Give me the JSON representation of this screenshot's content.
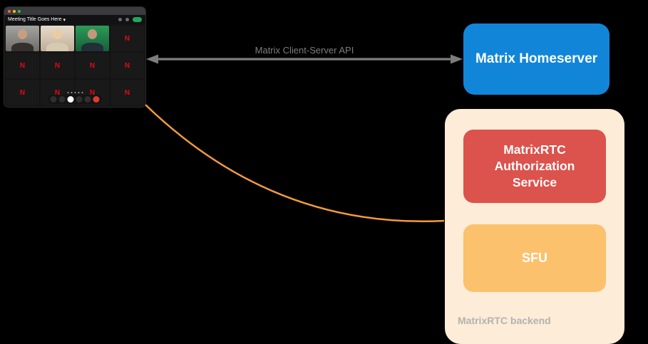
{
  "canvas": {
    "background": "#000000"
  },
  "call_app": {
    "window_title": "Meeting Title Goes Here",
    "title_caret": "▾",
    "traffic_lights": [
      "#ff5f57",
      "#febc2e",
      "#28c840"
    ],
    "header_action_color": "#23a55a",
    "avatar_letter": "N",
    "avatar_letter_color": "#e50914",
    "tiles": [
      "person-a",
      "person-b",
      "person-c",
      "avatar",
      "avatar",
      "avatar",
      "avatar",
      "avatar",
      "avatar",
      "avatar",
      "avatar",
      "avatar"
    ],
    "pagination_dots": 5,
    "controls": [
      {
        "name": "mic",
        "color": "#2f2f31"
      },
      {
        "name": "camera",
        "color": "#2f2f31"
      },
      {
        "name": "share-screen",
        "color": "#ffffff"
      },
      {
        "name": "reactions",
        "color": "#2f2f31"
      },
      {
        "name": "more-options",
        "color": "#2f2f31"
      },
      {
        "name": "end-call",
        "color": "#e03a2f"
      }
    ]
  },
  "api_arrow": {
    "label": "Matrix Client-Server API",
    "color": "#7d7d7d",
    "label_color": "#7d7d7d"
  },
  "homeserver": {
    "label": "Matrix Homeserver",
    "background": "#1186d9",
    "text_color": "#ffffff"
  },
  "rtc_backend": {
    "label": "MatrixRTC backend",
    "label_color": "#b3b3ac",
    "background": "#fcecd8",
    "connector_color": "#f49a3f",
    "auth_service": {
      "label": "MatrixRTC Authorization Service",
      "background": "#dc524c",
      "text_color": "#ffffff"
    },
    "sfu": {
      "label": "SFU",
      "background": "#fbc16c",
      "text_color": "#ffffff"
    }
  }
}
